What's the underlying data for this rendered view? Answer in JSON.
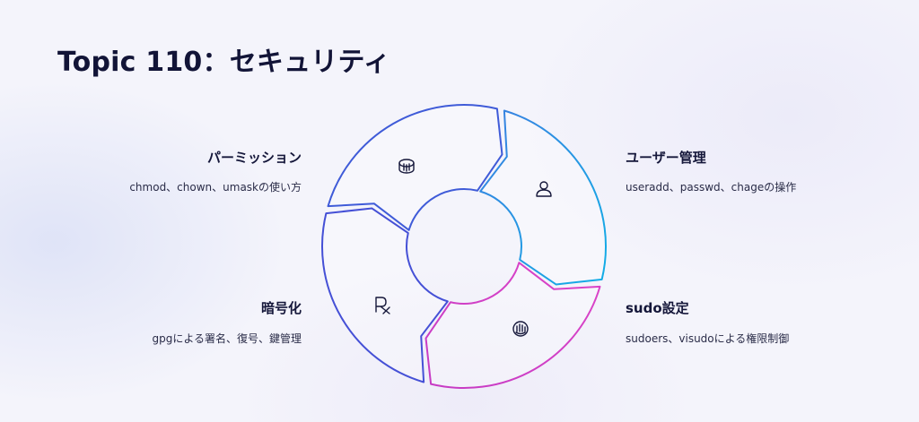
{
  "title": "Topic 110：セキュリティ",
  "items": [
    {
      "key": "permission",
      "title": "パーミッション",
      "desc": "chmod、chown、umaskの使い方",
      "icon": "database-icon",
      "color": "#3f5bd8"
    },
    {
      "key": "user",
      "title": "ユーザー管理",
      "desc": "useradd、passwd、chageの操作",
      "icon": "user-icon",
      "color": "#1c9fe0"
    },
    {
      "key": "sudo",
      "title": "sudo設定",
      "desc": "sudoers、visudoによる権限制御",
      "icon": "hand-icon",
      "color": "#d93fc0"
    },
    {
      "key": "crypto",
      "title": "暗号化",
      "desc": "gpgによる署名、復号、鍵管理",
      "icon": "rx-icon",
      "color": "#4550d6"
    }
  ]
}
